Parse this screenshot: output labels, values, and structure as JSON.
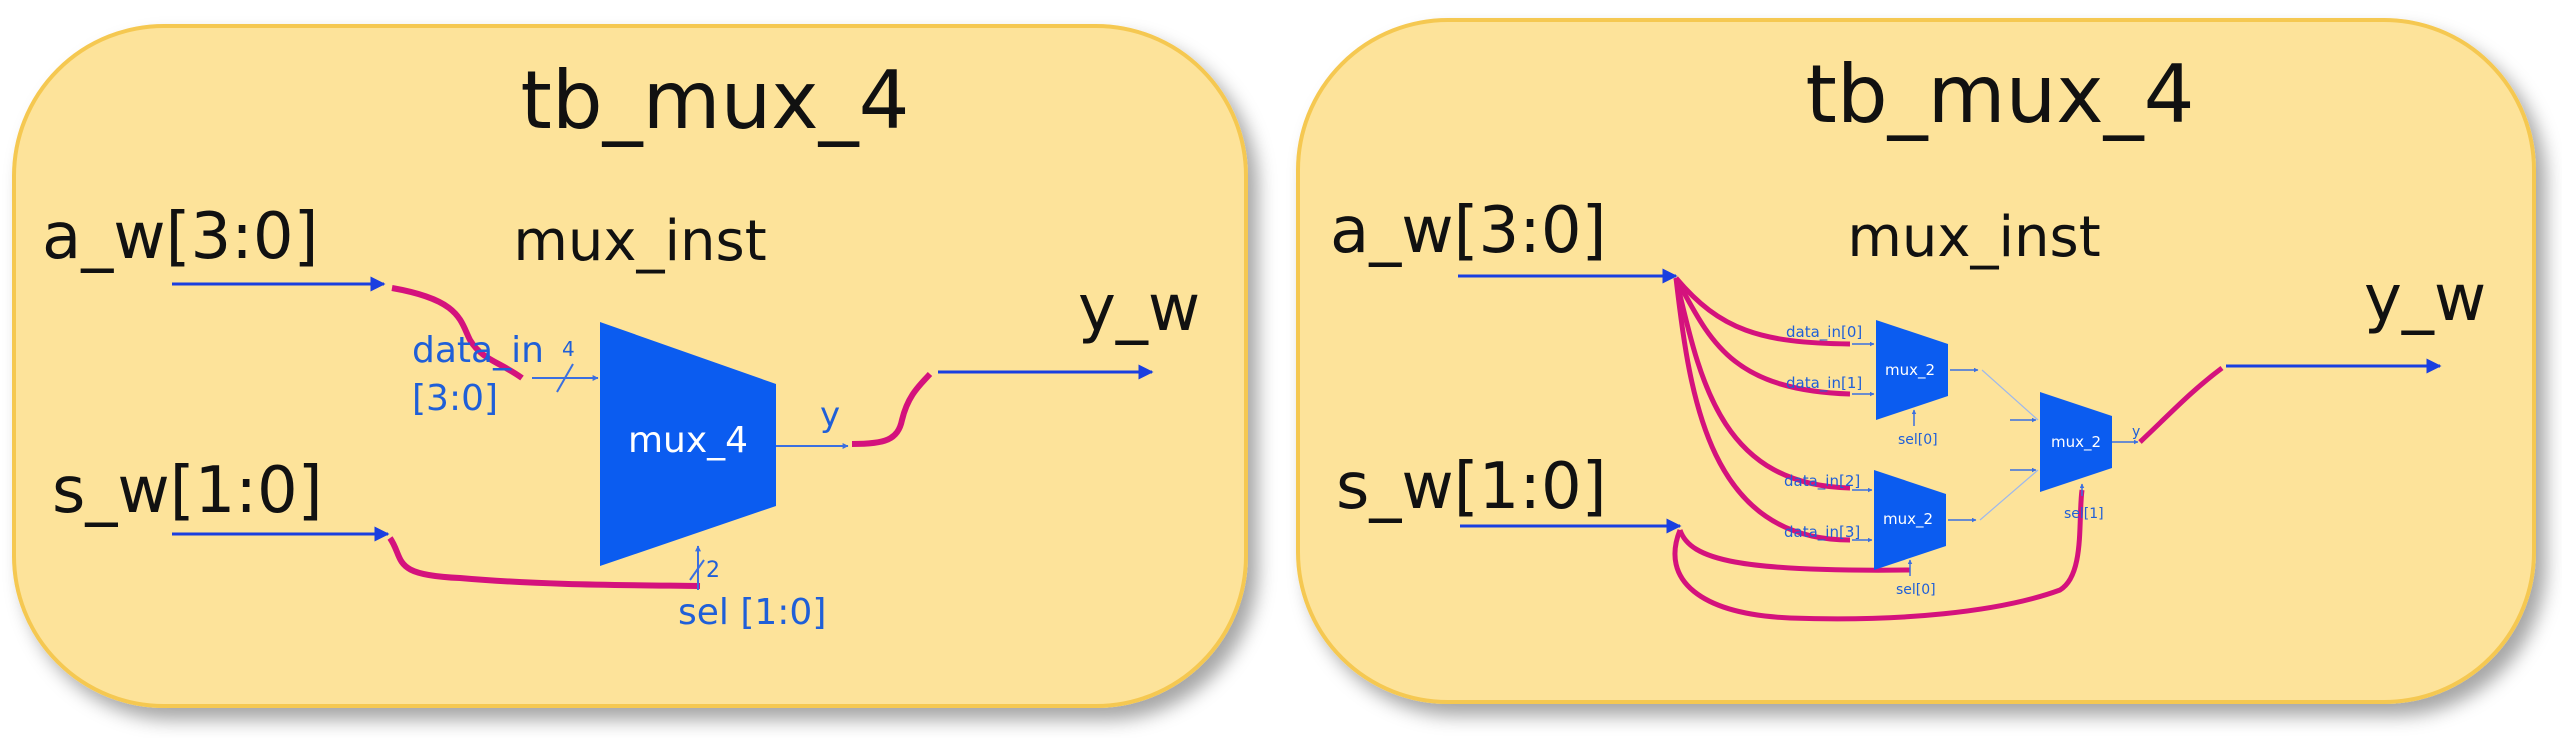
{
  "left": {
    "title": "tb_mux_4",
    "instance": "mux_inst",
    "input_a": "a_w[3:0]",
    "input_s": "s_w[1:0]",
    "output": "y_w",
    "data_in_line1": "data_in",
    "data_in_line2": "[3:0]",
    "bus_width_data": "4",
    "mux_label": "mux_4",
    "port_y": "y",
    "bus_width_sel": "2",
    "sel_label": "sel [1:0]"
  },
  "right": {
    "title": "tb_mux_4",
    "instance": "mux_inst",
    "input_a": "a_w[3:0]",
    "input_s": "s_w[1:0]",
    "output": "y_w",
    "mux_top": "mux_2",
    "mux_bottom": "mux_2",
    "mux_final": "mux_2",
    "data_in_0": "data_in[0]",
    "data_in_1": "data_in[1]",
    "data_in_2": "data_in[2]",
    "data_in_3": "data_in[3]",
    "sel_top": "sel[0]",
    "sel_bottom": "sel[0]",
    "sel_final": "sel[1]",
    "port_y": "y"
  },
  "colors": {
    "panel_fill": "#fde39a",
    "panel_stroke": "#f5c851",
    "wire": "#1f3fd8",
    "connection": "#d4127d",
    "block": "#0b5cf0",
    "label_blue": "#1f5fd8"
  }
}
